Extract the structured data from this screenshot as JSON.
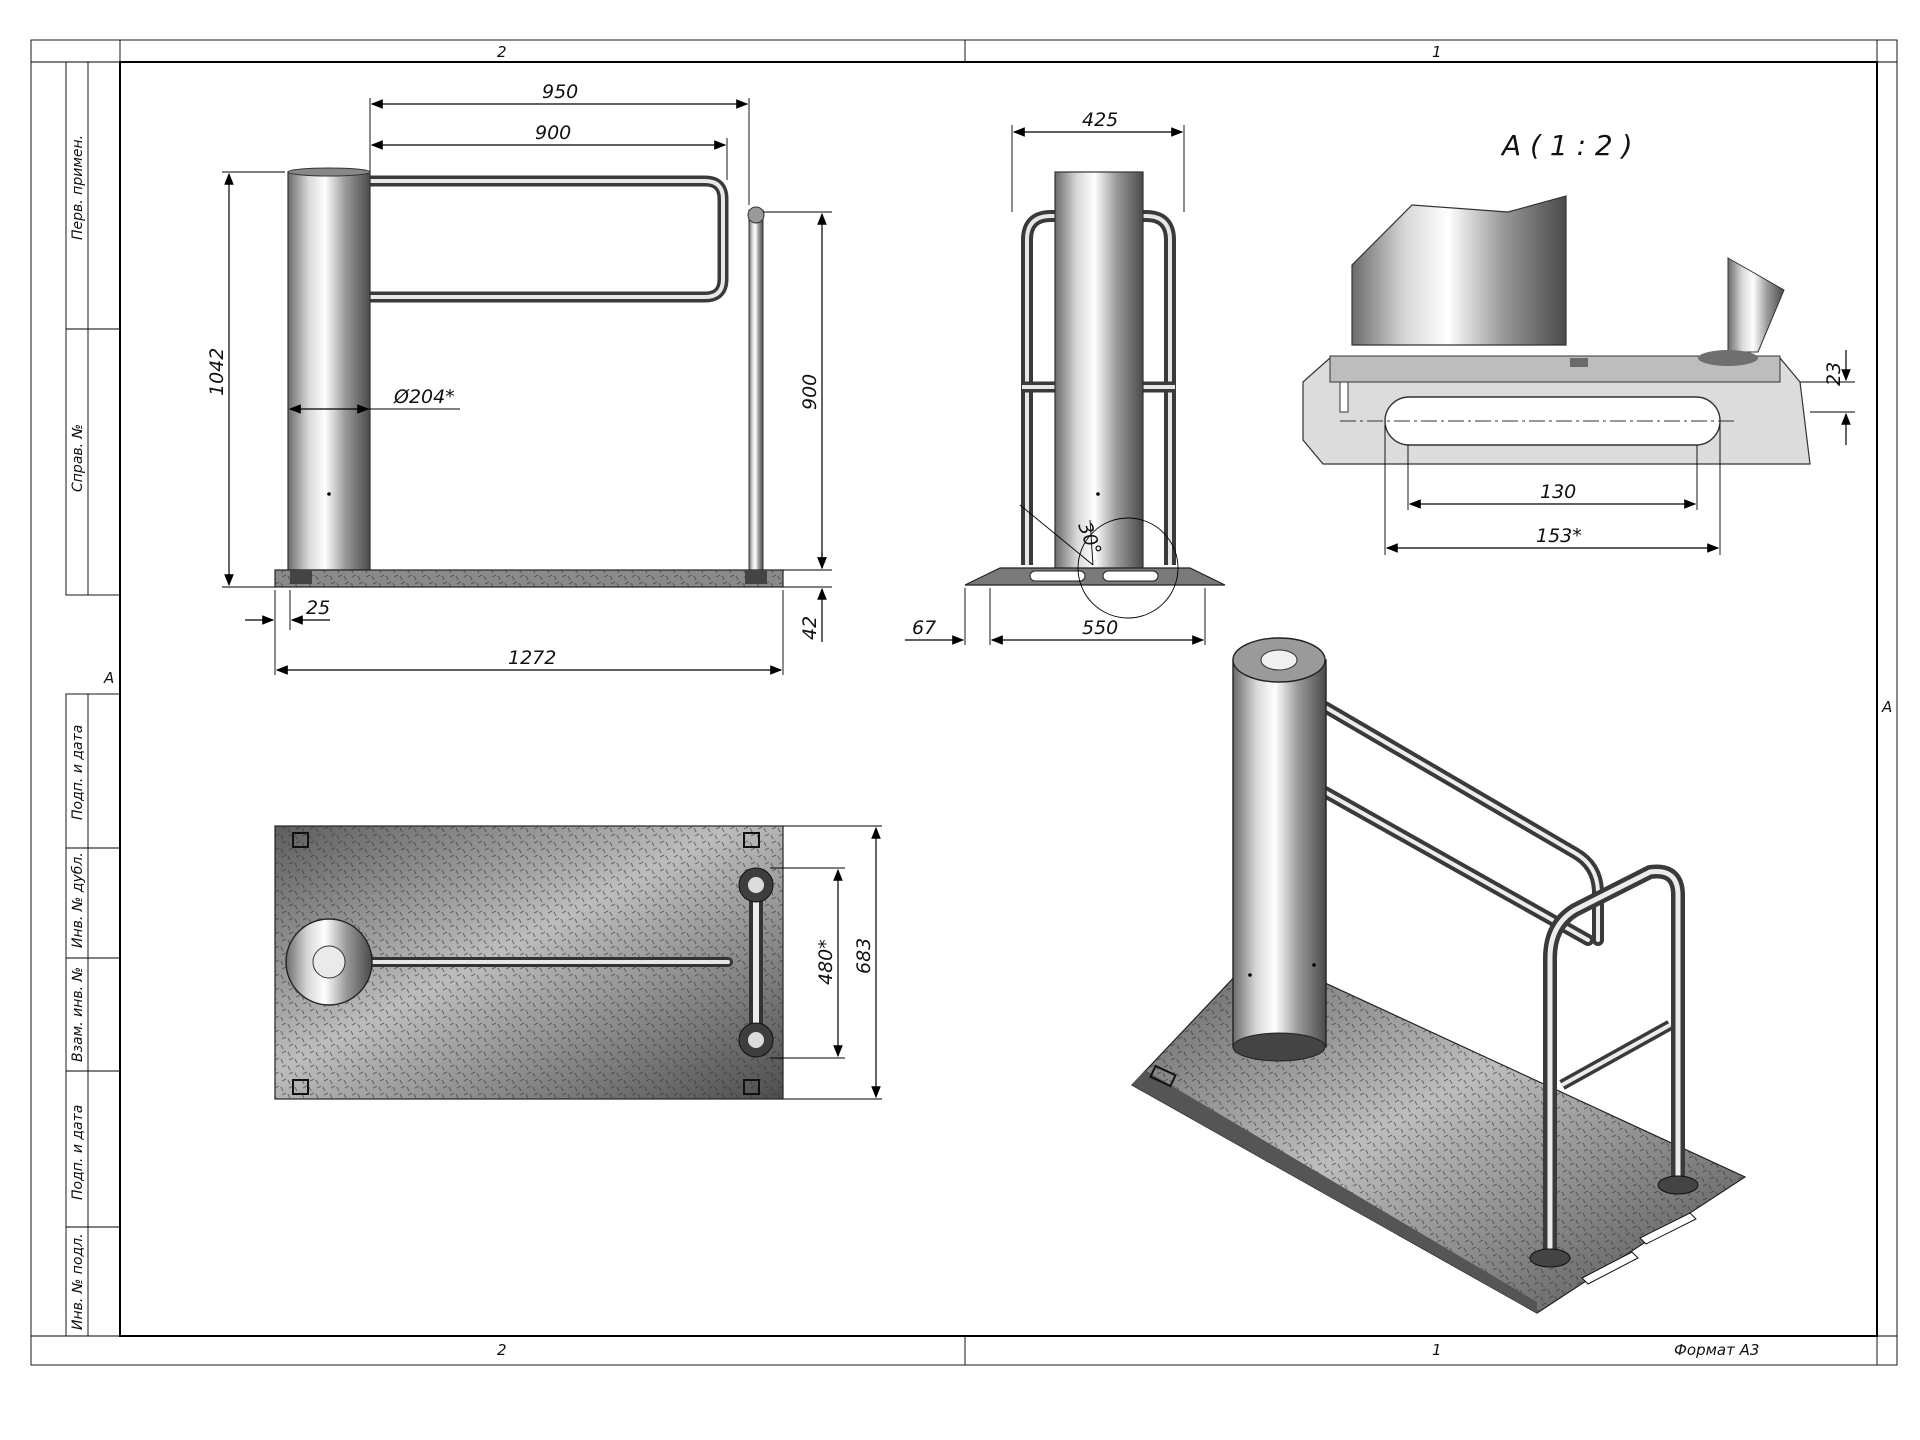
{
  "sheet": {
    "zone_labels_top": [
      "2",
      "1"
    ],
    "zone_labels_bottom": [
      "2",
      "1"
    ],
    "side_label_left": "A",
    "side_label_right": "A",
    "format_label": "Формат А3",
    "stamp_fields": [
      "Перв. примен.",
      "Справ. №",
      "Подп. и дата",
      "Инв. № дубл.",
      "Взам. инв. №",
      "Подп. и дата",
      "Инв. № подл."
    ]
  },
  "front_view": {
    "dim_overall_width": "950",
    "dim_arm_width": "900",
    "dim_height": "1042",
    "dim_post_diameter": "Ø204*",
    "dim_rail_height": "900",
    "dim_left_offset": "25",
    "dim_base_length": "1272",
    "dim_base_thickness": "42"
  },
  "side_view": {
    "dim_width": "425",
    "dim_angle": "30°",
    "dim_ramp": "67",
    "dim_base": "550"
  },
  "detail_view": {
    "title": "А ( 1 : 2 )",
    "dim_height": "23",
    "dim_slot_inner": "130",
    "dim_slot_outer": "153*"
  },
  "top_view": {
    "dim_rail_span": "480*",
    "dim_base_width": "683"
  },
  "colors": {
    "line": "#000000",
    "steel_dark": "#5a5a5a",
    "steel_light": "#f2f2f2",
    "plate": "#7a7a7a"
  }
}
